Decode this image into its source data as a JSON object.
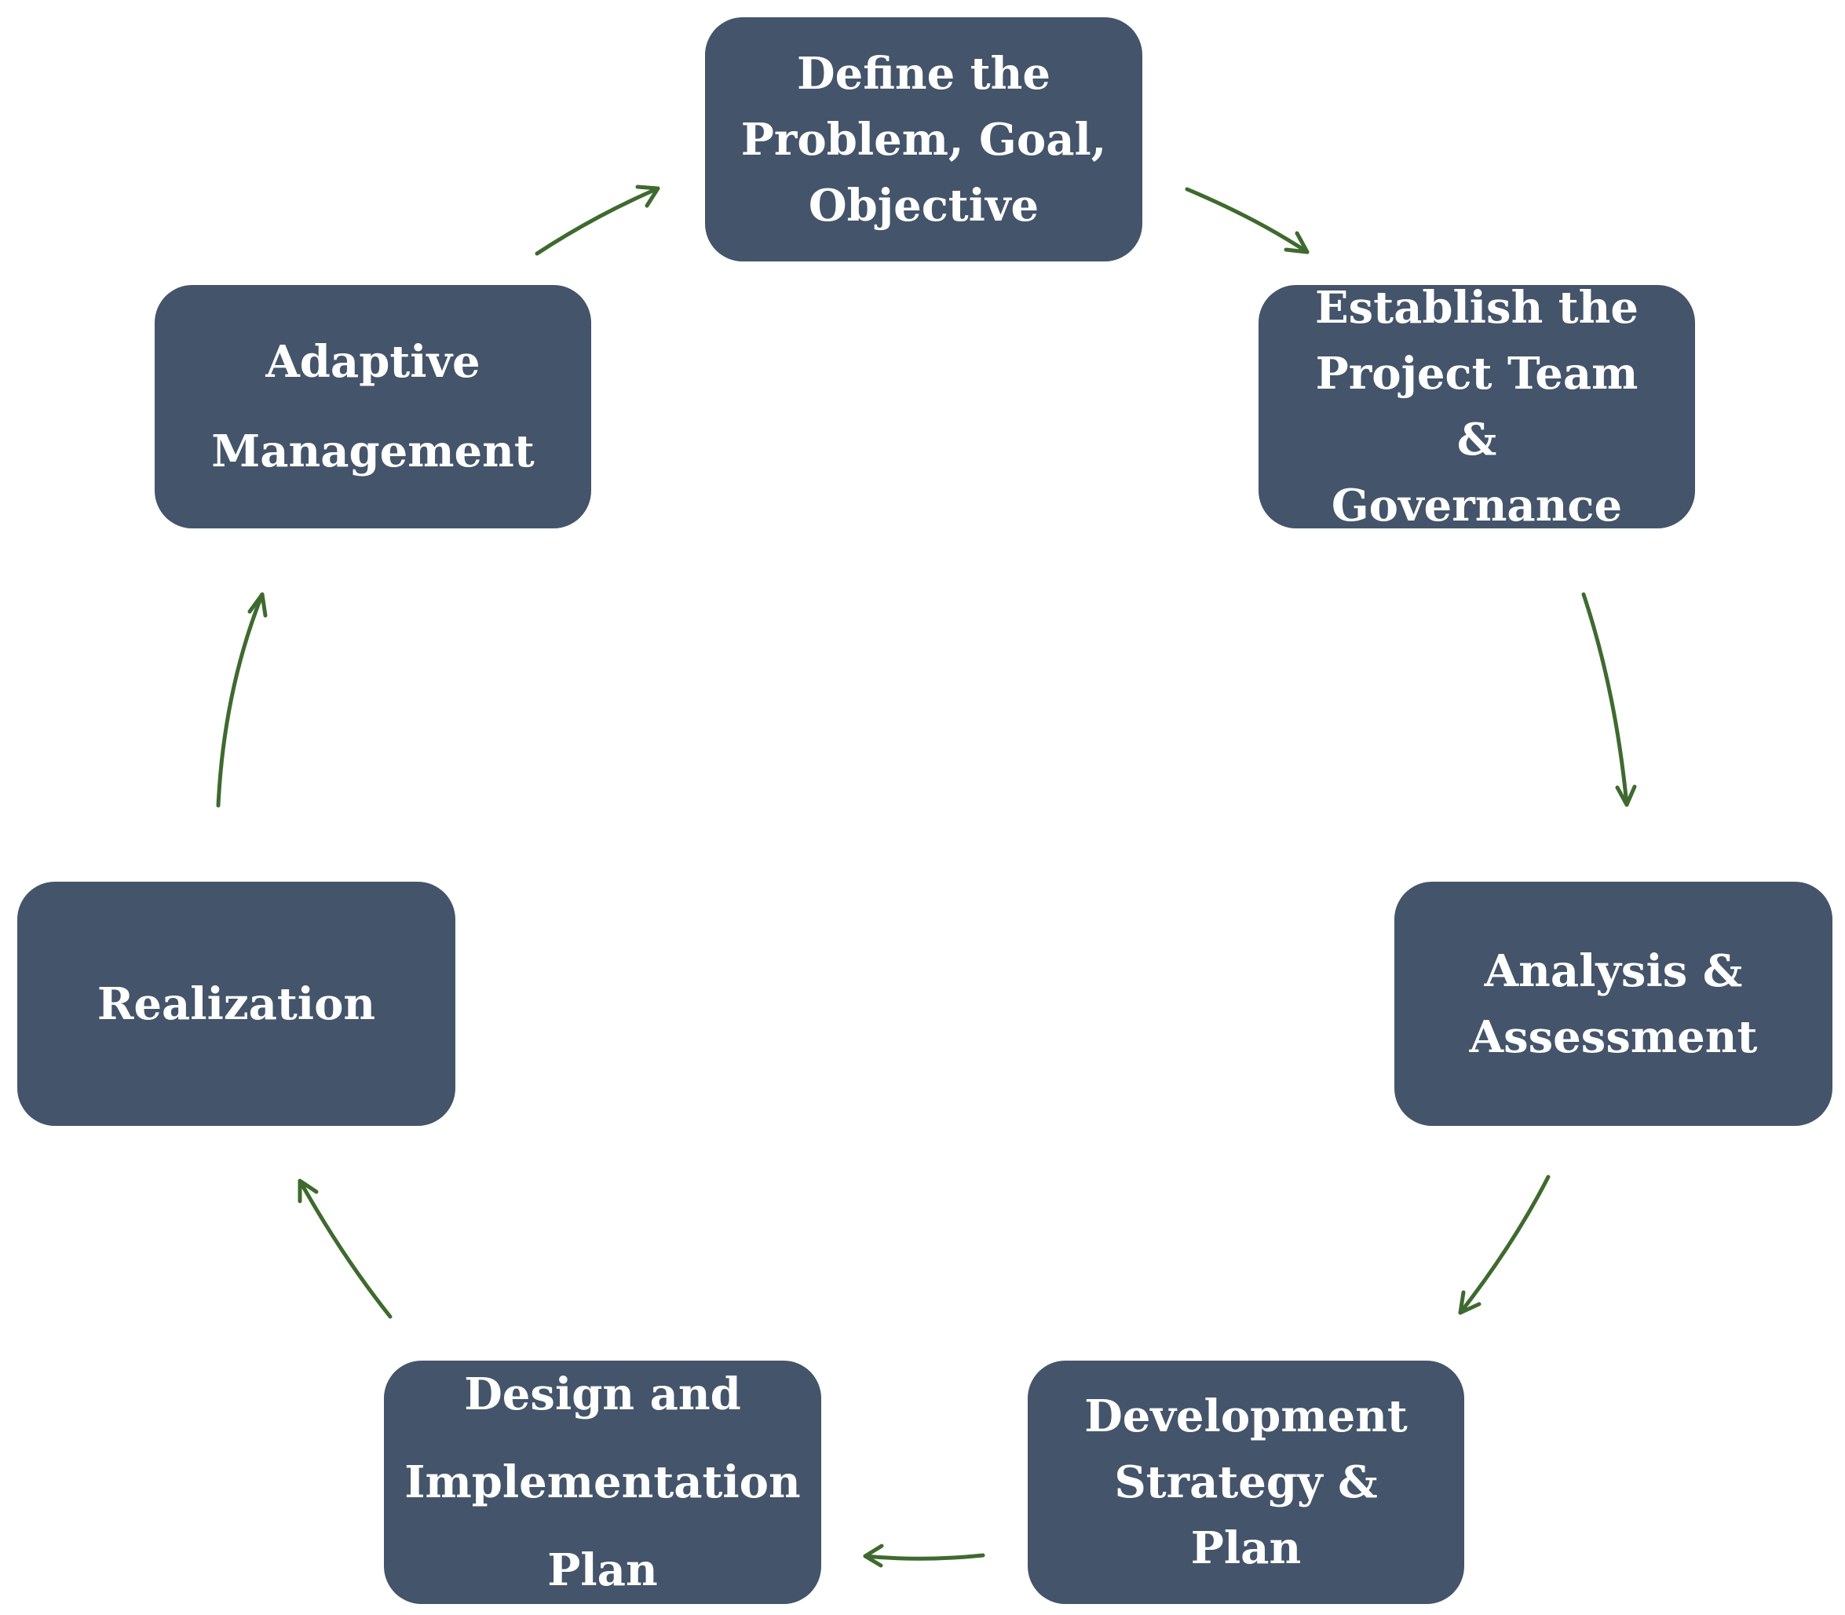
{
  "colors": {
    "node_fill": "#44546a",
    "node_text": "#ffffff",
    "arrow": "#3f6a2f",
    "background": "#ffffff"
  },
  "cycle": {
    "steps": [
      {
        "id": "define",
        "label": "Define the\nProblem, Goal,\nObjective"
      },
      {
        "id": "establish",
        "label": "Establish the\nProject Team &\nGovernance"
      },
      {
        "id": "analysis",
        "label": "Analysis &\nAssessment"
      },
      {
        "id": "development",
        "label": "Development\nStrategy & Plan"
      },
      {
        "id": "design",
        "label": "Design and\nImplementation\nPlan"
      },
      {
        "id": "realization",
        "label": "Realization"
      },
      {
        "id": "adaptive",
        "label": "Adaptive\nManagement"
      }
    ],
    "flow": [
      [
        "define",
        "establish"
      ],
      [
        "establish",
        "analysis"
      ],
      [
        "analysis",
        "development"
      ],
      [
        "development",
        "design"
      ],
      [
        "design",
        "realization"
      ],
      [
        "realization",
        "adaptive"
      ],
      [
        "adaptive",
        "define"
      ]
    ]
  }
}
